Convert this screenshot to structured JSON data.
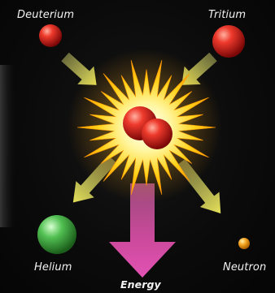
{
  "labels": {
    "deuterium": "Deuterium",
    "tritium": "Tritium",
    "helium": "Helium",
    "neutron": "Neutron",
    "energy": "Energy"
  },
  "colors": {
    "background": "#0a0a0a",
    "deuterium": "#e0201c",
    "tritium": "#e0201c",
    "helium": "#3fae3f",
    "neutron": "#f2a41f",
    "energy_arrow": "#d94aa8",
    "particle_arrows": "#d8d060",
    "burst": "#ffd21a"
  }
}
